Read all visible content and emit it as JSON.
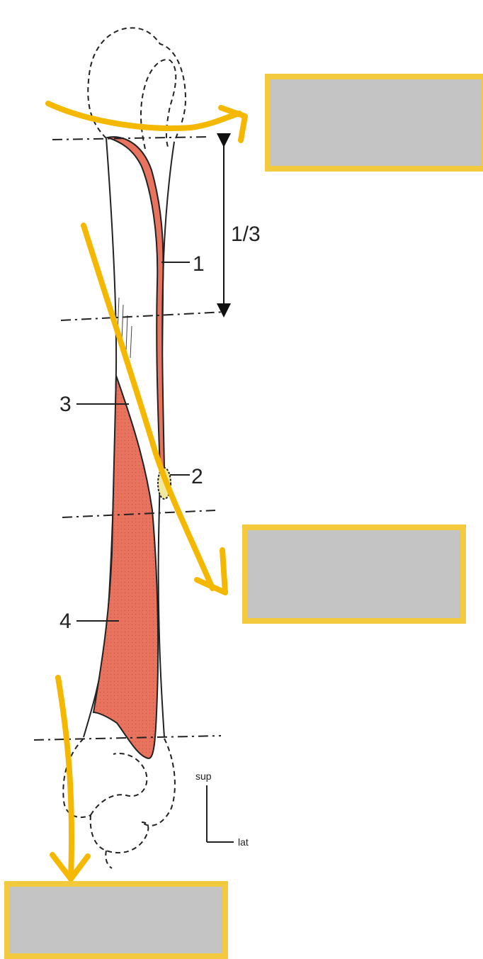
{
  "labels": {
    "fraction": "1/3",
    "muscle_1": "1",
    "muscle_2": "2",
    "muscle_3": "3",
    "muscle_4": "4",
    "orientation_sup": "sup",
    "orientation_lat": "lat"
  },
  "answer_boxes": {
    "top": "",
    "middle": "",
    "bottom": ""
  },
  "colors": {
    "muscle": "#e8735f",
    "annotation_arrow": "#f5b800",
    "box_border": "#f3c93e",
    "box_fill": "#c4c4c4"
  }
}
